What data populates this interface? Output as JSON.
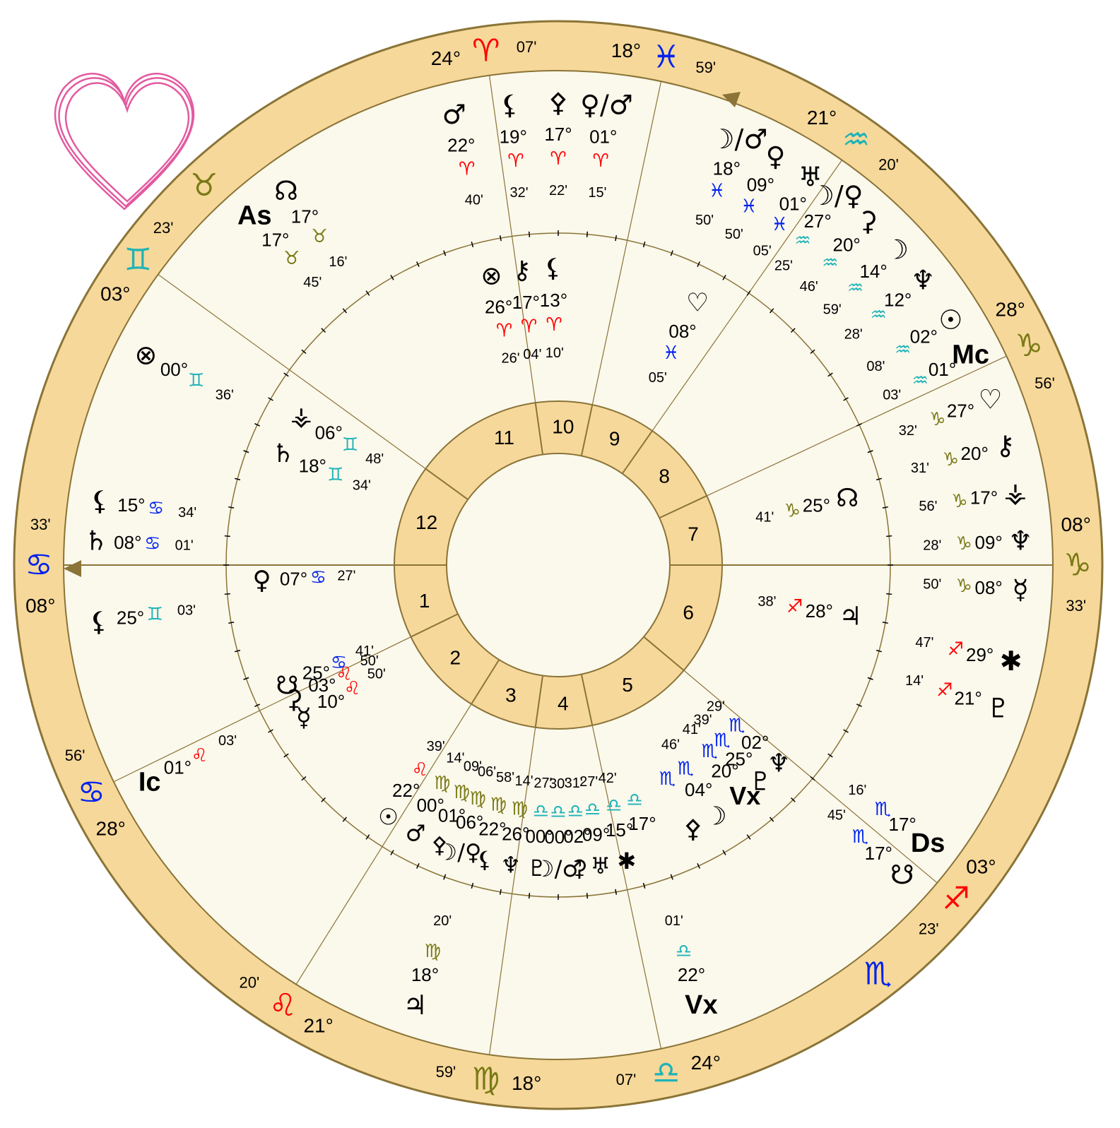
{
  "colors": {
    "outer_ring": "#f6d89a",
    "outer_ring_stroke": "#8a7437",
    "inner_bg": "#fbf8ec",
    "line": "#8a7437",
    "fire": "#ff0000",
    "earth": "#7a7a16",
    "air": "#1fb3b8",
    "water": "#0022ee",
    "black": "#000000",
    "heart": "#e35aa0"
  },
  "outer_cusps": [
    {
      "deg": "08°",
      "sign": "♋",
      "min": "33'"
    },
    {
      "deg": "28°",
      "sign": "♋",
      "min": "56'"
    },
    {
      "deg": "21°",
      "sign": "♌",
      "min": "20'"
    },
    {
      "deg": "18°",
      "sign": "♍",
      "min": "59'"
    },
    {
      "deg": "24°",
      "sign": "♎",
      "min": "07'"
    },
    {
      "deg": "03°",
      "sign": "♐",
      "min": "23'"
    },
    {
      "deg": "08°",
      "sign": "♑",
      "min": "33'"
    },
    {
      "deg": "28°",
      "sign": "♑",
      "min": "56'"
    },
    {
      "deg": "21°",
      "sign": "♒",
      "min": "20'"
    },
    {
      "deg": "18°",
      "sign": "♓",
      "min": "59'"
    },
    {
      "deg": "24°",
      "sign": "♈",
      "min": "07'"
    },
    {
      "deg": "03°",
      "sign": "♊",
      "min": "23'"
    }
  ],
  "interceptions": [
    {
      "sign": "♉"
    },
    {
      "sign": "♏"
    }
  ],
  "houses": [
    "1",
    "2",
    "3",
    "4",
    "5",
    "6",
    "7",
    "8",
    "9",
    "10",
    "11",
    "12"
  ],
  "inner_planets": [
    {
      "glyph": "⊗",
      "deg": "26°",
      "sign": "♈",
      "min": "26'"
    },
    {
      "glyph": "⚷",
      "deg": "17°",
      "sign": "♈",
      "min": "04'"
    },
    {
      "glyph": "⚸",
      "deg": "13°",
      "sign": "♈",
      "min": "10'"
    },
    {
      "glyph": "♡",
      "deg": "08°",
      "sign": "♓",
      "min": "05'"
    },
    {
      "glyph": "☊",
      "deg": "25°",
      "sign": "♑",
      "min": "41'"
    },
    {
      "glyph": "♃",
      "deg": "28°",
      "sign": "♐",
      "min": "38'"
    },
    {
      "glyph": "♄",
      "deg": "18°",
      "sign": "♊",
      "min": "34'"
    },
    {
      "glyph": "⚶",
      "deg": "06°",
      "sign": "♊",
      "min": "48'"
    },
    {
      "glyph": "♀",
      "deg": "07°",
      "sign": "♋",
      "min": "27'"
    },
    {
      "glyph": "☋",
      "deg": "25°",
      "sign": "♋",
      "min": "41'"
    },
    {
      "glyph": "⚳",
      "deg": "03°",
      "sign": "♌",
      "min": "50'"
    },
    {
      "glyph": "☿",
      "deg": "10°",
      "sign": "♌",
      "min": "50'"
    },
    {
      "glyph": "♆",
      "deg": "02°",
      "sign": "♏",
      "min": "29'"
    },
    {
      "glyph": "♇",
      "deg": "25°",
      "sign": "♏",
      "min": "39'"
    },
    {
      "glyph": "Vx",
      "deg": "20°",
      "sign": "♏",
      "min": "41'"
    },
    {
      "glyph": "☽",
      "deg": "04°",
      "sign": "♏",
      "min": "46'"
    },
    {
      "glyph": "⚴",
      "deg": "",
      "sign": "♏",
      "min": ""
    }
  ],
  "outer_planets": [
    {
      "glyph": "♂",
      "deg": "22°",
      "sign": "♈",
      "min": "40'"
    },
    {
      "glyph": "⚸",
      "deg": "19°",
      "sign": "♈",
      "min": "32'"
    },
    {
      "glyph": "⚴",
      "deg": "17°",
      "sign": "♈",
      "min": "22'"
    },
    {
      "glyph": "♀/♂",
      "deg": "01°",
      "sign": "♈",
      "min": "15'"
    },
    {
      "glyph": "☽/♂",
      "deg": "18°",
      "sign": "♓",
      "min": "50'"
    },
    {
      "glyph": "♀",
      "deg": "09°",
      "sign": "♓",
      "min": "50'"
    },
    {
      "glyph": "♅",
      "deg": "01°",
      "sign": "♓",
      "min": "05'"
    },
    {
      "glyph": "☽/♀",
      "deg": "27°",
      "sign": "♒",
      "min": "25'"
    },
    {
      "glyph": "⚳",
      "deg": "20°",
      "sign": "♒",
      "min": "46'"
    },
    {
      "glyph": "☽",
      "deg": "14°",
      "sign": "♒",
      "min": "59'"
    },
    {
      "glyph": "♆",
      "deg": "12°",
      "sign": "♒",
      "min": "28'"
    },
    {
      "glyph": "☉",
      "deg": "02°",
      "sign": "♒",
      "min": "08'"
    },
    {
      "glyph": "Mc",
      "deg": "01°",
      "sign": "♒",
      "min": "03'"
    },
    {
      "glyph": "♡",
      "deg": "27°",
      "sign": "♑",
      "min": "32'"
    },
    {
      "glyph": "⚷",
      "deg": "20°",
      "sign": "♑",
      "min": "31'"
    },
    {
      "glyph": "⚶",
      "deg": "17°",
      "sign": "♑",
      "min": "56'"
    },
    {
      "glyph": "♆",
      "deg": "09°",
      "sign": "♑",
      "min": "28'"
    },
    {
      "glyph": "☿",
      "deg": "08°",
      "sign": "♑",
      "min": "50'"
    },
    {
      "glyph": "✱",
      "deg": "29°",
      "sign": "♐",
      "min": "47'"
    },
    {
      "glyph": "♇",
      "deg": "21°",
      "sign": "♐",
      "min": "14'"
    },
    {
      "glyph": "Ds",
      "deg": "17°",
      "sign": "♏",
      "min": "16'"
    },
    {
      "glyph": "☋",
      "deg": "17°",
      "sign": "♏",
      "min": "45'"
    },
    {
      "glyph": "Vx",
      "deg": "22°",
      "sign": "♎",
      "min": "01'"
    },
    {
      "glyph": "♃",
      "deg": "18°",
      "sign": "♍",
      "min": "20'"
    },
    {
      "glyph": "Ic",
      "deg": "01°",
      "sign": "♌",
      "min": "03'"
    },
    {
      "glyph": "⚸",
      "deg": "15°",
      "sign": "♋",
      "min": "34'"
    },
    {
      "glyph": "♄",
      "deg": "08°",
      "sign": "♋",
      "min": "01'"
    },
    {
      "glyph": "⚸",
      "deg": "25°",
      "sign": "♊",
      "min": "03'"
    },
    {
      "glyph": "⊗",
      "deg": "00°",
      "sign": "♊",
      "min": "36'"
    },
    {
      "glyph": "As",
      "deg": "17°",
      "sign": "♉",
      "min": "45'"
    },
    {
      "glyph": "☊",
      "deg": "17°",
      "sign": "♉",
      "min": "16'"
    }
  ],
  "bottom_cluster": [
    {
      "glyph": "☉",
      "deg": "22°",
      "sign": "♌",
      "min": "39'"
    },
    {
      "glyph": "♂",
      "deg": "00°",
      "sign": "♍",
      "min": "14'"
    },
    {
      "glyph": "⚴",
      "deg": "01°",
      "sign": "♍",
      "min": "09'"
    },
    {
      "glyph": "☽/♀",
      "deg": "06°",
      "sign": "♍",
      "min": "06'"
    },
    {
      "glyph": "⚸",
      "deg": "22°",
      "sign": "♍",
      "min": "58'"
    },
    {
      "glyph": "♆",
      "deg": "26°",
      "sign": "♍",
      "min": "14'"
    },
    {
      "glyph": "♇",
      "deg": "00°",
      "sign": "♎",
      "min": "27'"
    },
    {
      "glyph": "☽/♂",
      "deg": "00°",
      "sign": "♎",
      "min": "30'"
    },
    {
      "glyph": "⚳",
      "deg": "02°",
      "sign": "♎",
      "min": "31'"
    },
    {
      "glyph": "♅",
      "deg": "09°",
      "sign": "♎",
      "min": "27'"
    },
    {
      "glyph": "✱",
      "deg": "15°",
      "sign": "♎",
      "min": "42'"
    },
    {
      "glyph": "",
      "deg": "17°",
      "sign": "♎",
      "min": ""
    }
  ],
  "heart_icon": "heart"
}
